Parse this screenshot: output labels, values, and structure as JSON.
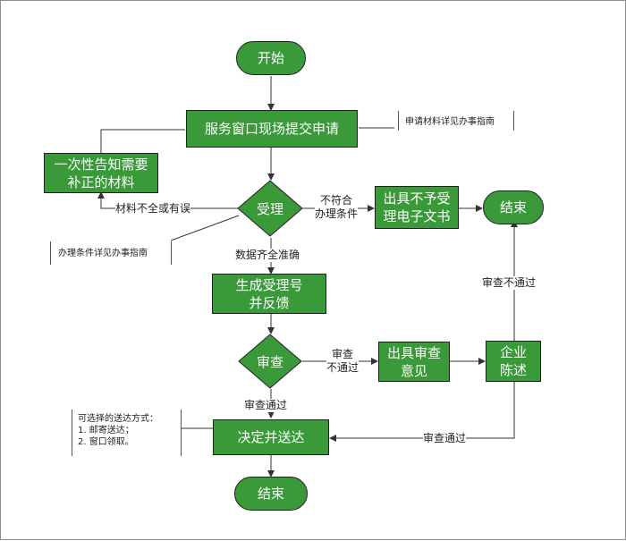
{
  "nodes": {
    "start": "开始",
    "submit": "服务窗口现场提交申请",
    "notify": "一次性告知需要\n补正的材料",
    "accept": "受理",
    "reject_doc": "出具不予受\n理电子文书",
    "end_top": "结束",
    "gen_no": "生成受理号\n并反馈",
    "review": "审查",
    "review_opinion": "出具审查\n意见",
    "statement": "企业\n陈述",
    "decide": "决定并送达",
    "end_bottom": "结束"
  },
  "labels": {
    "incomplete": "材料不全或有误",
    "not_meet": "不符合\n办理条件",
    "complete": "数据齐全准确",
    "review_fail": "审查\n不通过",
    "review_fail_2": "审查不通过",
    "review_pass": "审查通过",
    "review_pass_2": "审查通过"
  },
  "notes": {
    "materials_guide": "申请材料详见办事指南",
    "conditions_guide": "办理条件详见办事指南",
    "delivery": "可选择的送达方式：\n1. 邮寄送达；\n2. 窗口领取。"
  },
  "colors": {
    "node_fill": "#3a9a3a",
    "node_border": "#222222",
    "line": "#333333"
  }
}
